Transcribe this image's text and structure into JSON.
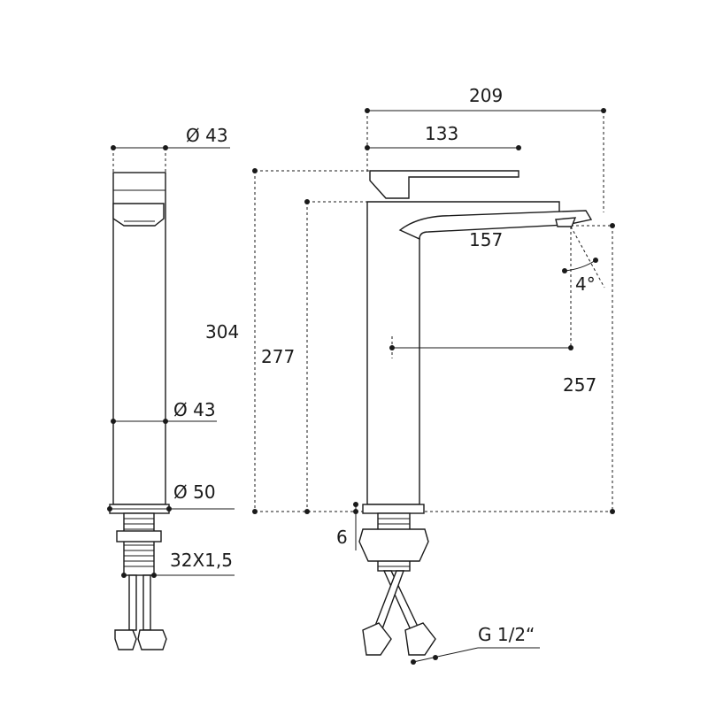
{
  "side_view": {
    "top_diameter": "Ø 43",
    "body_diameter": "Ø 43",
    "base_diameter": "Ø 50",
    "thread": "32X1,5"
  },
  "front_view": {
    "total_reach": "209",
    "handle_length": "133",
    "spout_length": "157",
    "spout_angle": "4°",
    "total_height": "304",
    "body_height": "277",
    "outlet_height": "257",
    "base_offset": "6",
    "connection": "G 1/2“"
  }
}
